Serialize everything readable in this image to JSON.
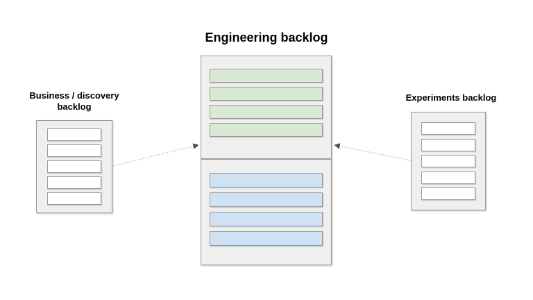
{
  "diagram": {
    "title": "Engineering backlog",
    "left_backlog": {
      "label": "Business / discovery backlog",
      "item_count": 5
    },
    "engineering_backlog": {
      "green_item_count": 4,
      "blue_item_count": 4
    },
    "right_backlog": {
      "label": "Experiments backlog",
      "item_count": 5
    }
  },
  "colors": {
    "background": "#ffffff",
    "box-fill": "#efefef",
    "box-border": "#9a9a9a",
    "row-border": "#999999",
    "white-row": "#ffffff",
    "green-row": "#d9ead3",
    "blue-row": "#cfe2f3",
    "arrow-line": "#ababab",
    "arrow-head": "#4a4a4a",
    "text": "#000000"
  }
}
